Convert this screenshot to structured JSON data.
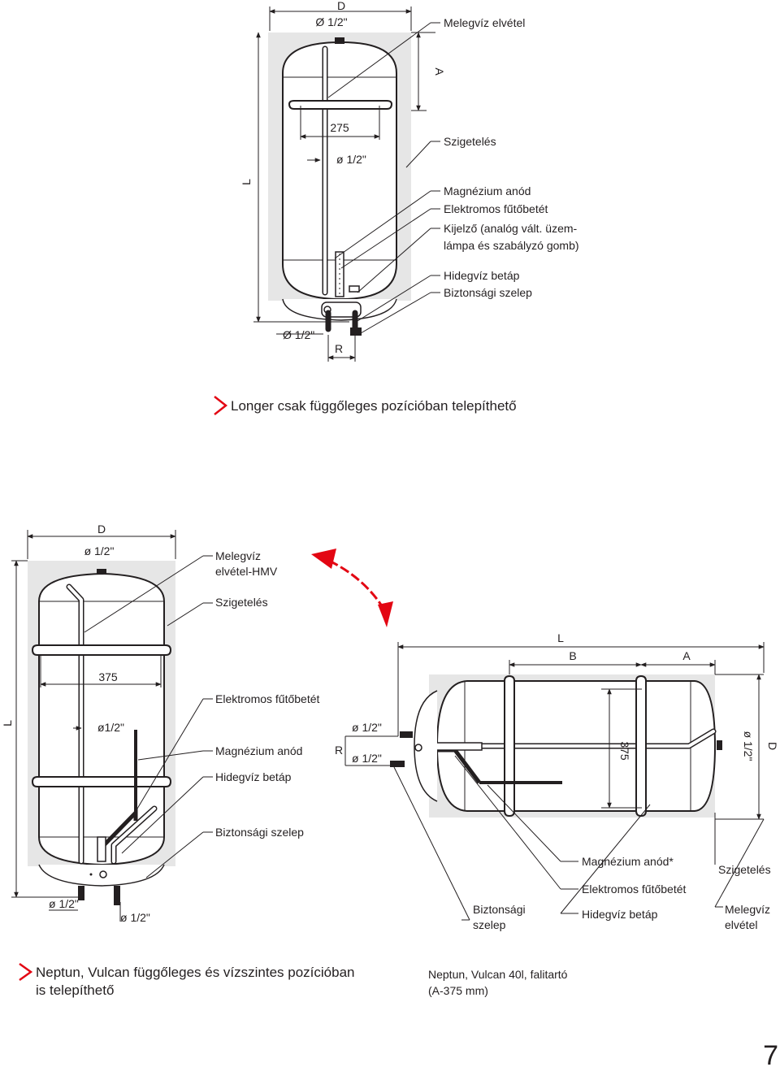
{
  "top": {
    "dim_D": "D",
    "dim_top_pipe": "Ø 1/2\"",
    "dim_A": "A",
    "dim_L": "L",
    "dim_275": "275",
    "dim_inner_pipe": "ø 1/2\"",
    "dim_bottom_pipe": "Ø 1/2\"",
    "dim_R": "R",
    "labels": {
      "hot_water": "Melegvíz elvétel",
      "insulation": "Szigetelés",
      "anode": "Magnézium anód",
      "heater": "Elektromos fűtőbetét",
      "display_1": "Kijelző (analóg vált. üzem-",
      "display_2": "lámpa és szabályzó gomb)",
      "cold_water": "Hidegvíz betáp",
      "safety_valve": "Biztonsági szelep"
    },
    "caption": "Longer csak függőleges pozícióban telepíthető"
  },
  "bottom_left": {
    "dim_D": "D",
    "dim_top_pipe": "ø 1/2\"",
    "dim_375": "375",
    "dim_inner_pipe": "ø1/2\"",
    "dim_L": "L",
    "dim_bl_pipe": "ø 1/2\"",
    "dim_br_pipe": "ø 1/2\"",
    "labels": {
      "hot_water_1": "Melegvíz",
      "hot_water_2": "elvétel-HMV",
      "insulation": "Szigetelés",
      "heater": "Elektromos fűtőbetét",
      "anode": "Magnézium anód",
      "cold_water": "Hidegvíz betáp",
      "safety_valve": "Biztonsági szelep"
    }
  },
  "bottom_right": {
    "dim_L": "L",
    "dim_B": "B",
    "dim_A": "A",
    "dim_375": "375",
    "dim_side_pipe": "ø 1/2\"",
    "dim_D": "D",
    "dim_R": "R",
    "dim_pipe_upper": "ø 1/2\"",
    "dim_pipe_lower": "ø 1/2\"",
    "labels": {
      "anode": "Magnézium anód*",
      "insulation": "Szigetelés",
      "heater": "Elektromos fűtőbetét",
      "cold_water": "Hidegvíz betáp",
      "safety_valve_1": "Biztonsági",
      "safety_valve_2": "szelep",
      "hot_water_1": "Melegvíz",
      "hot_water_2": "elvétel"
    }
  },
  "captions": {
    "left_1": "Neptun, Vulcan függőleges és vízszintes pozícióban",
    "left_2": "is telepíthető",
    "right_1": "Neptun, Vulcan 40l, falitartó",
    "right_2": "(A-375 mm)"
  },
  "colors": {
    "accent": "#e30613",
    "insulation": "#e6e6e6",
    "line": "#231f20"
  },
  "page_number": "7"
}
